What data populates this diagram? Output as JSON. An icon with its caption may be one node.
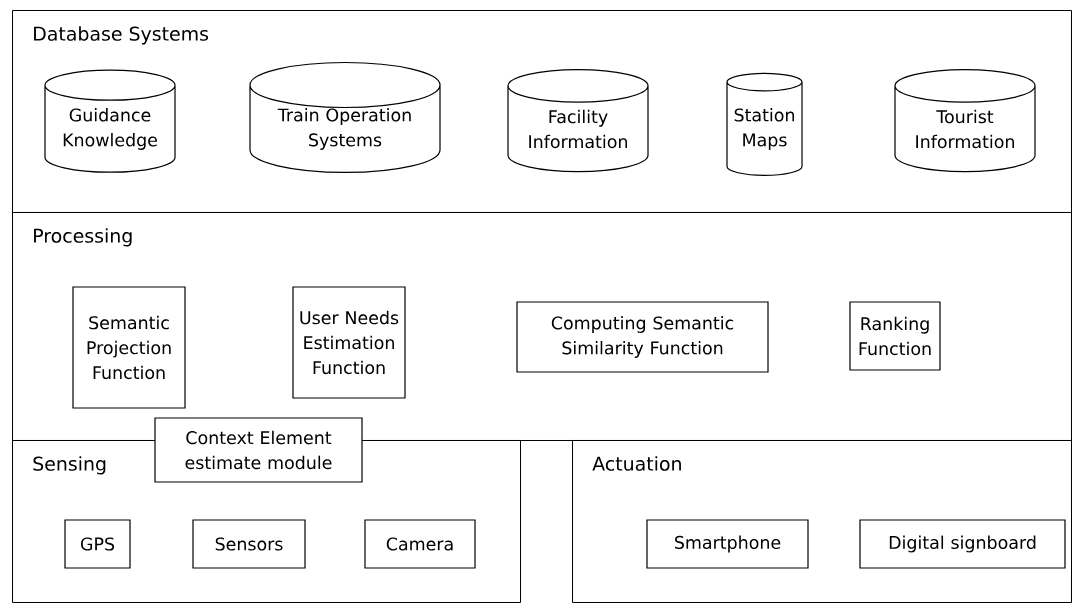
{
  "diagram": {
    "nodes": [
      {
        "text": [
          "Database Systems"
        ]
      },
      {
        "text": [
          "Guidance Knowledge"
        ],
        "in": 0
      },
      {
        "text": [
          "Train Operation Systems"
        ],
        "in": 0
      },
      {
        "text": [
          "Facility Information"
        ],
        "in": 0
      },
      {
        "text": [
          "Station Maps"
        ],
        "in": 0
      },
      {
        "text": [
          "Tourist Information"
        ],
        "in": 0
      },
      {
        "text": [
          "Processing"
        ]
      },
      {
        "text": [
          "Semantic Projection Function"
        ],
        "in": 6
      },
      {
        "text": [
          "User Needs Estimation Function"
        ],
        "in": 6
      },
      {
        "text": [
          "Computing Semantic Similarity Function"
        ],
        "in": 6
      },
      {
        "text": [
          "Ranking Function"
        ],
        "in": 6
      },
      {
        "text": [
          "Context Element estimate module"
        ]
      },
      {
        "text": [
          "Sensing"
        ]
      },
      {
        "text": [
          "GPS"
        ],
        "in": 12
      },
      {
        "text": [
          "Sensors"
        ],
        "in": 12
      },
      {
        "text": [
          "Camera"
        ],
        "in": 12
      },
      {
        "text": [
          "Actuation"
        ]
      },
      {
        "text": [
          "Smartphone"
        ],
        "in": 16
      },
      {
        "text": [
          "Digital signboard"
        ],
        "in": 16
      }
    ],
    "edges": []
  }
}
